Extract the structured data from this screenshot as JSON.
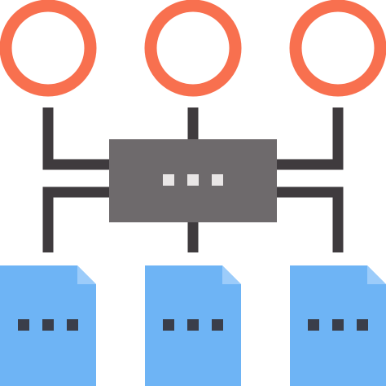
{
  "icon": {
    "name": "network-hub-icon",
    "colors": {
      "node_ring": "#F8704F",
      "connector": "#3F3B3E",
      "hub_body": "#6E6A6C",
      "hub_dots": "#E9E6E6",
      "document": "#6EB4F5",
      "document_fold": "#9CCCFA",
      "document_dots": "#3A3E4A"
    },
    "top_nodes": [
      "node-circle-left",
      "node-circle-center",
      "node-circle-right"
    ],
    "documents": [
      "document-left",
      "document-center",
      "document-right"
    ],
    "hub": "hub-box"
  }
}
